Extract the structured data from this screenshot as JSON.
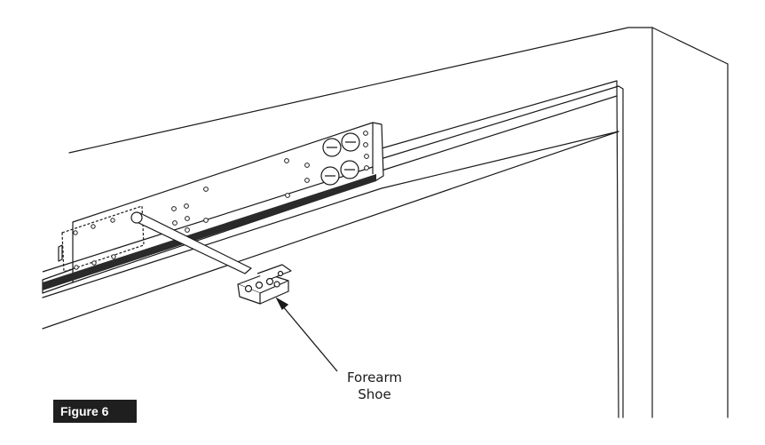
{
  "figure": {
    "callout_line1": "Forearm",
    "callout_line2": "Shoe",
    "badge_label": "Figure 6"
  }
}
